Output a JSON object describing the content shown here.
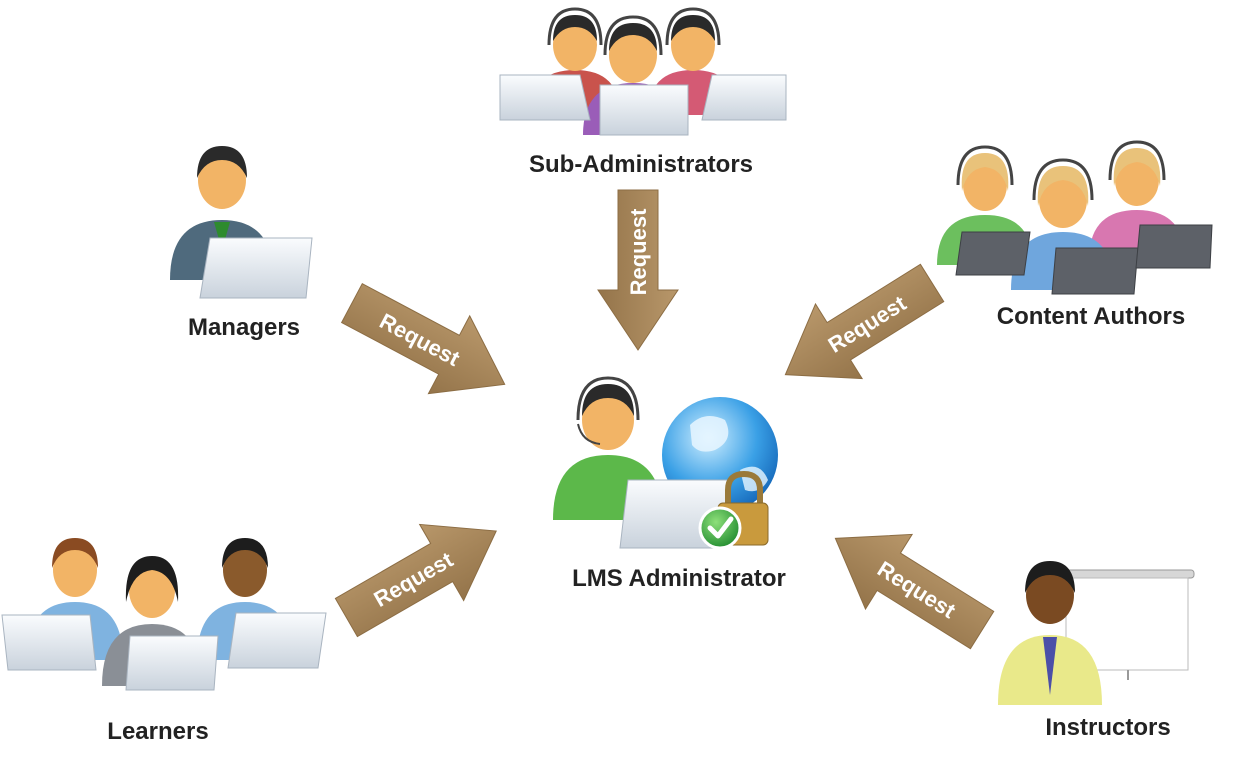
{
  "colors": {
    "arrow": "#a8875c",
    "arrow_edge": "#8c6d44",
    "skin": "#f2b466",
    "hair": "#2a2a2a",
    "laptop": "#e9eef3"
  },
  "center": {
    "label": "LMS Administrator",
    "icons": [
      "person-headset-icon",
      "globe-icon",
      "padlock-icon",
      "checkmark-icon"
    ]
  },
  "nodes": {
    "sub_admins": {
      "label": "Sub-Administrators"
    },
    "managers": {
      "label": "Managers"
    },
    "content_authors": {
      "label": "Content Authors"
    },
    "learners": {
      "label": "Learners"
    },
    "instructors": {
      "label": "Instructors"
    }
  },
  "arrows": {
    "sub_admins": "Request",
    "managers": "Request",
    "content_authors": "Request",
    "learners": "Request",
    "instructors": "Request"
  }
}
